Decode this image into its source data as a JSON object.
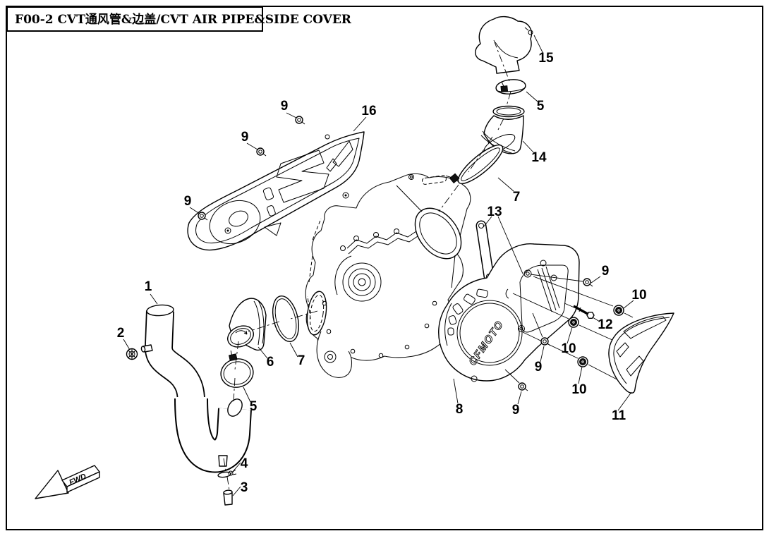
{
  "title_block": {
    "text": "F00-2 CVT通风管&边盖/CVT AIR PIPE&SIDE COVER"
  },
  "diagram": {
    "cover_logo": "CFMOTO",
    "direction_label": "FWD",
    "callouts": [
      {
        "part": "1"
      },
      {
        "part": "2"
      },
      {
        "part": "3"
      },
      {
        "part": "4"
      },
      {
        "part": "5"
      },
      {
        "part": "6"
      },
      {
        "part": "7"
      },
      {
        "part": "5"
      },
      {
        "part": "7"
      },
      {
        "part": "8"
      },
      {
        "part": "9"
      },
      {
        "part": "9"
      },
      {
        "part": "9"
      },
      {
        "part": "9"
      },
      {
        "part": "9"
      },
      {
        "part": "9"
      },
      {
        "part": "10"
      },
      {
        "part": "10"
      },
      {
        "part": "10"
      },
      {
        "part": "11"
      },
      {
        "part": "12"
      },
      {
        "part": "13"
      },
      {
        "part": "14"
      },
      {
        "part": "15"
      },
      {
        "part": "16"
      }
    ]
  }
}
